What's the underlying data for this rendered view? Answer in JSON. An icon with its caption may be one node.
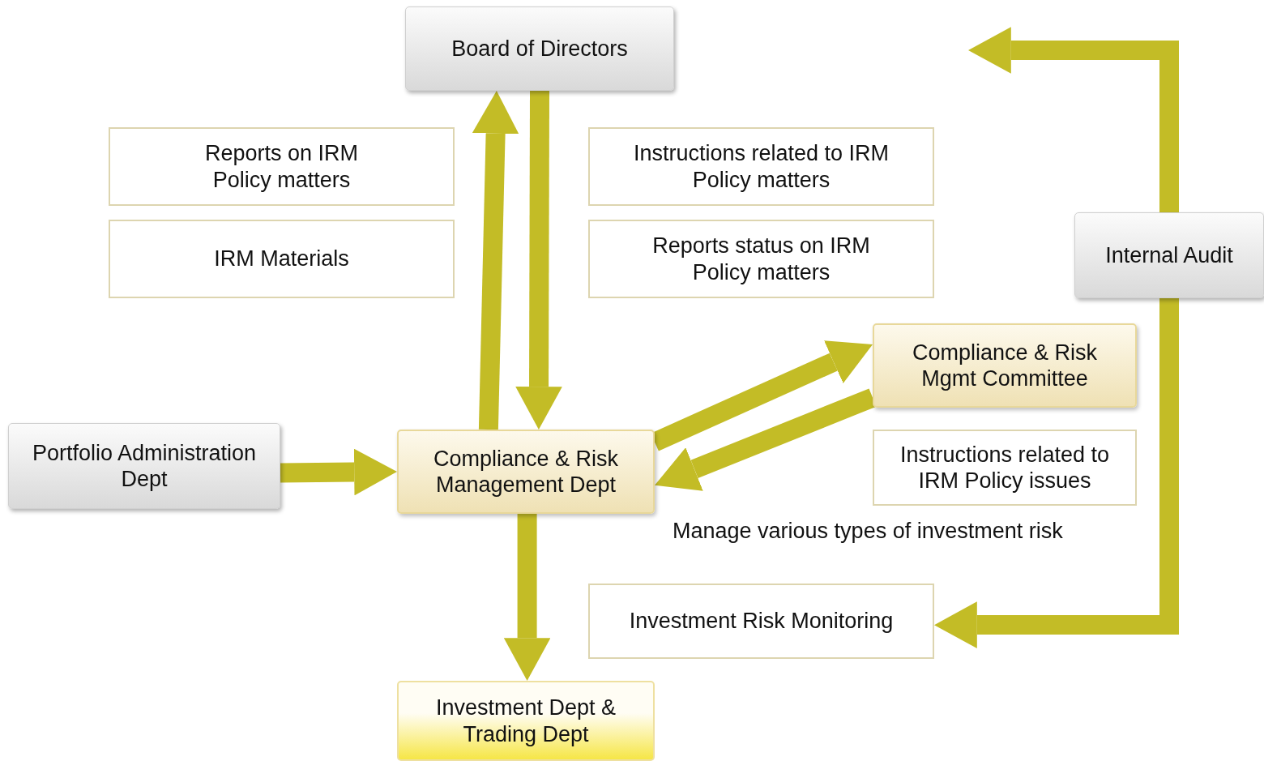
{
  "diagram": {
    "nodes": [
      {
        "text": [
          "Board of Directors"
        ]
      },
      {
        "text": [
          "Reports on IRM Policy matters"
        ]
      },
      {
        "text": [
          "IRM Materials"
        ]
      },
      {
        "text": [
          "Instructions related to IRM Policy matters"
        ]
      },
      {
        "text": [
          "Reports status on IRM Policy matters"
        ]
      },
      {
        "text": [
          "Internal Audit"
        ]
      },
      {
        "text": [
          "Compliance & Risk Mgmt Committee"
        ]
      },
      {
        "text": [
          "Portfolio Administration Dept"
        ]
      },
      {
        "text": [
          "Compliance & Risk Management Dept"
        ]
      },
      {
        "text": [
          "Instructions related to IRM Policy issues"
        ]
      },
      {
        "text": [
          "Investment Risk Monitoring"
        ]
      },
      {
        "text": [
          "Investment Dept & Trading Dept"
        ]
      }
    ],
    "edges": [
      {
        "from": 8,
        "to": 0,
        "arrow": "to"
      },
      {
        "from": 0,
        "to": 8,
        "arrow": "to"
      },
      {
        "from": 8,
        "to": 6,
        "arrow": "to"
      },
      {
        "from": 6,
        "to": 8,
        "arrow": "to"
      },
      {
        "from": 7,
        "to": 8,
        "arrow": "to"
      },
      {
        "from": 8,
        "to": 11,
        "arrow": "to"
      },
      {
        "from": 5,
        "to": null,
        "arrow": "to"
      },
      {
        "from": 5,
        "to": 10,
        "arrow": "to"
      }
    ],
    "labels": [
      "Manage various types of investment risk"
    ]
  }
}
